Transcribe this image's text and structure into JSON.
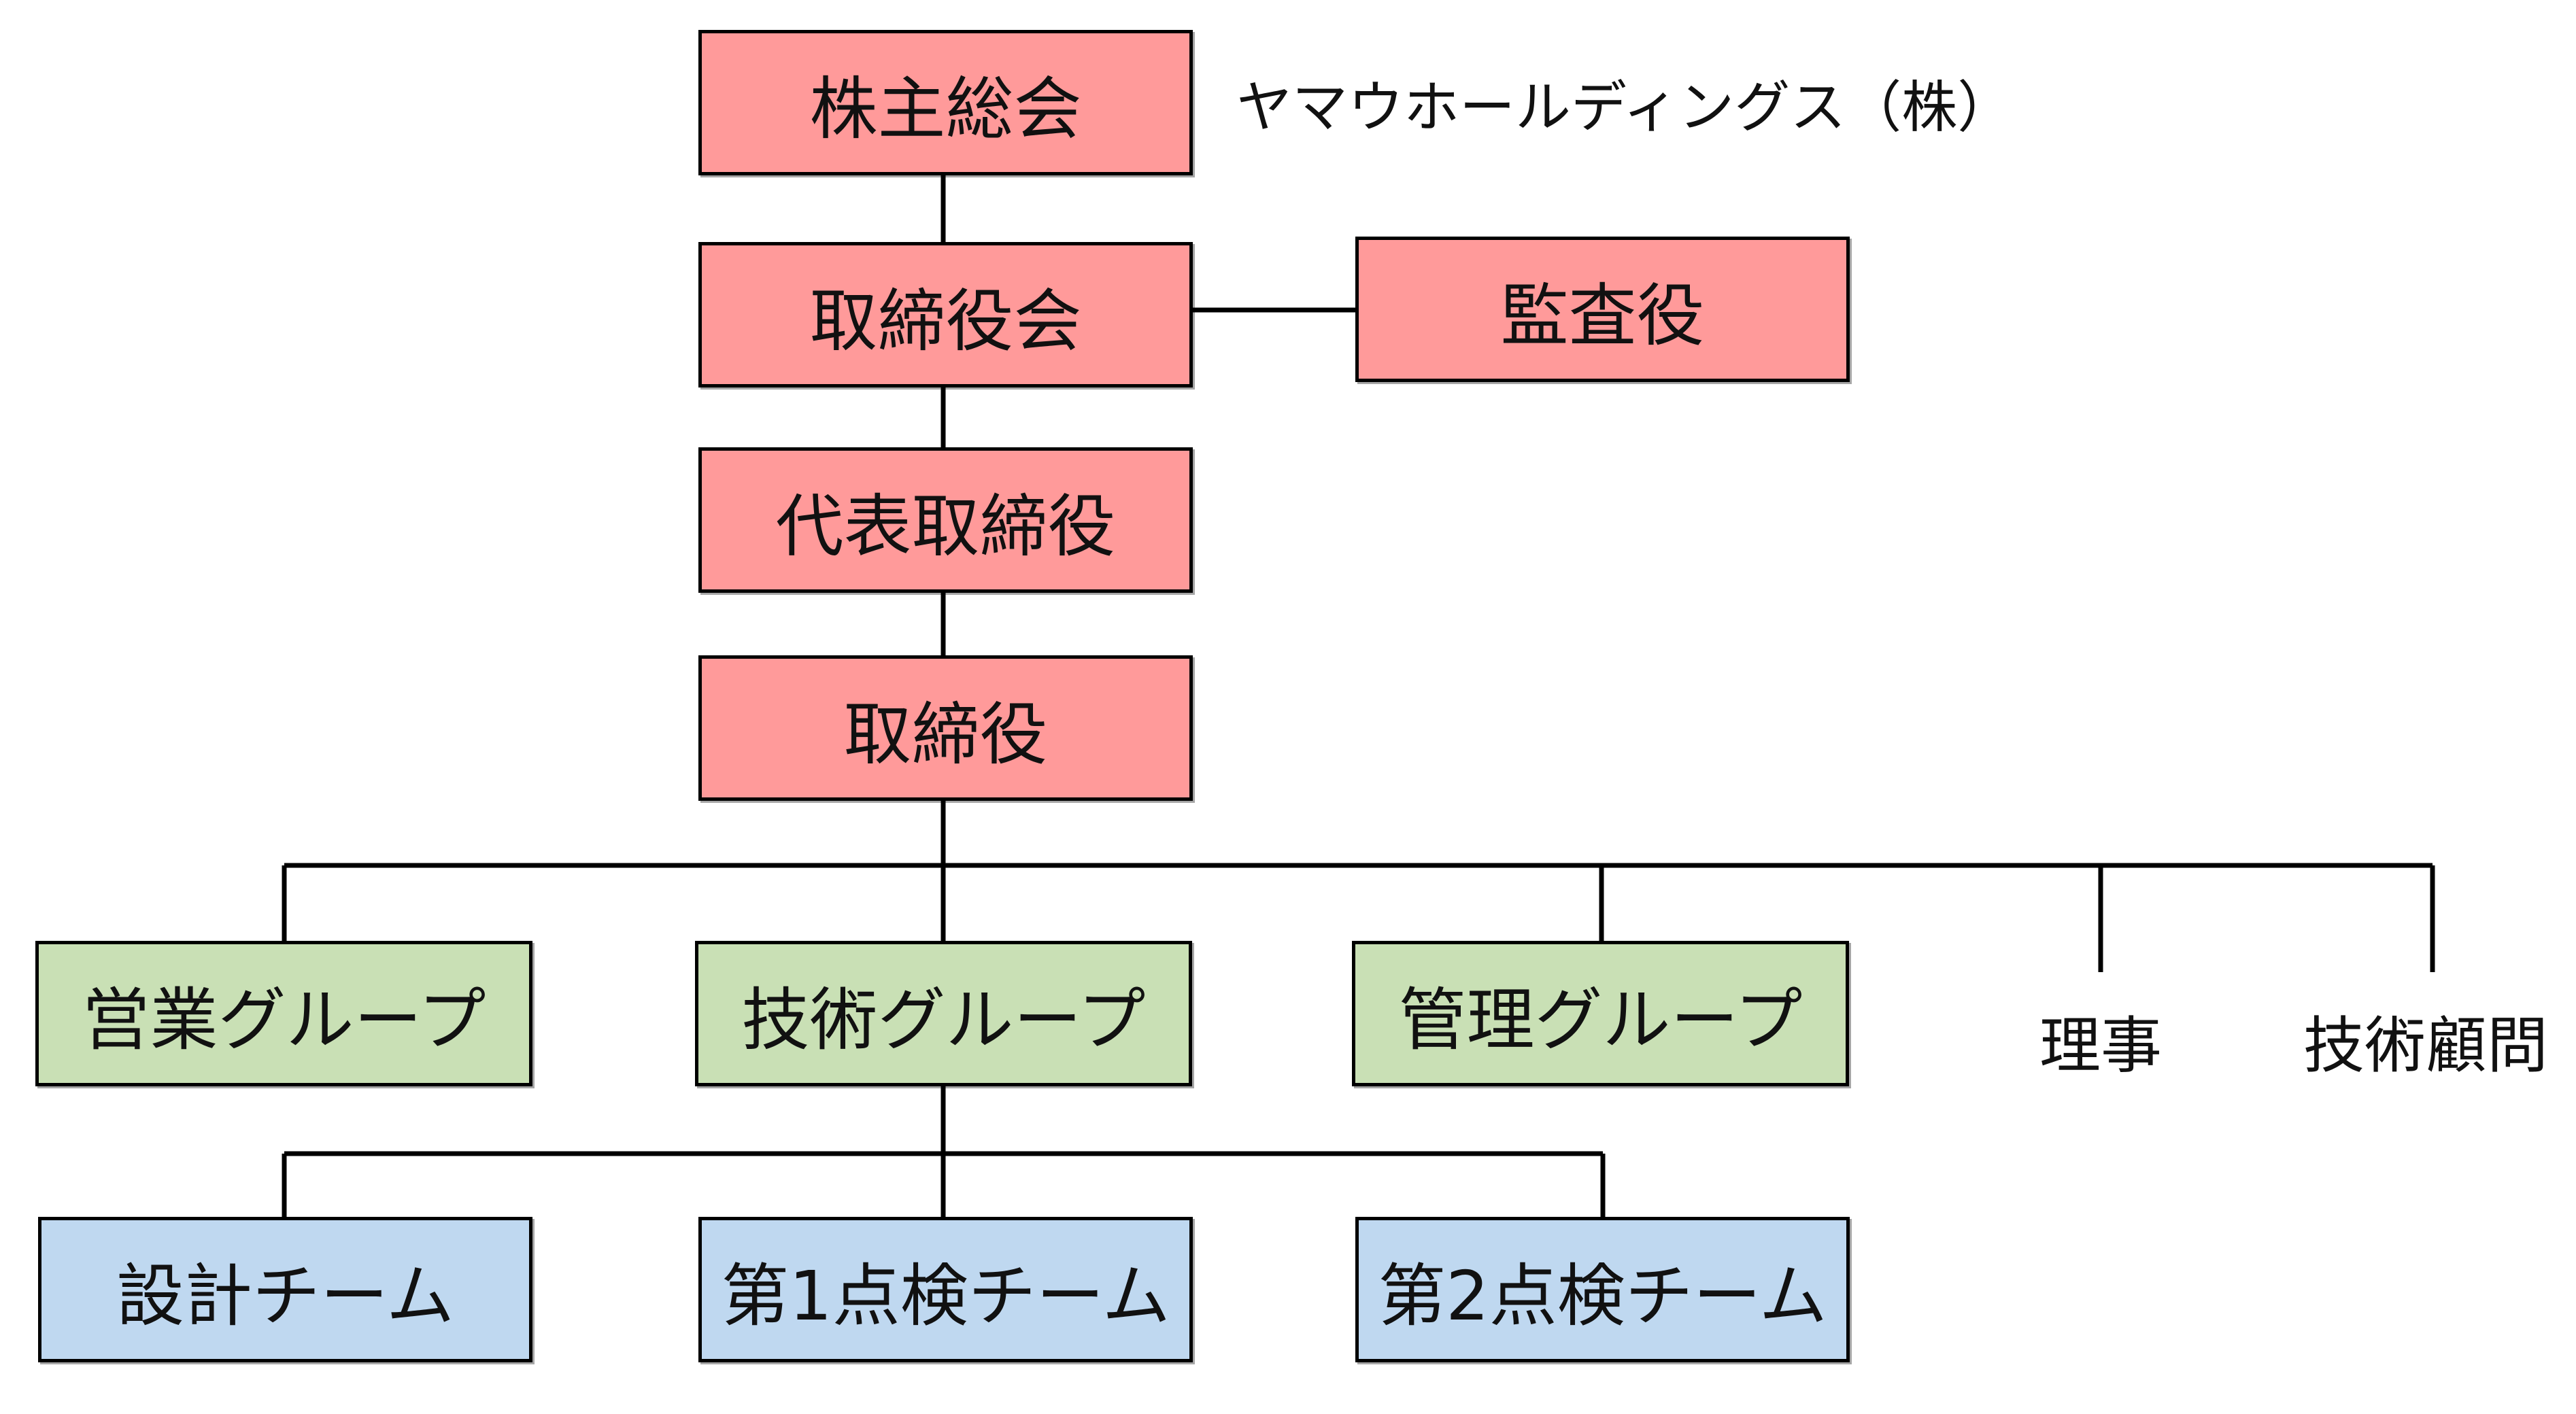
{
  "company_name": "ヤマウホールディングス（株）",
  "colors": {
    "governance": "#ff9a9a",
    "group": "#c9e0b5",
    "team": "#bfd8f0",
    "line": "#000000"
  },
  "nodes": {
    "shareholders_meeting": "株主総会",
    "board_of_directors": "取締役会",
    "auditor": "監査役",
    "representative_director": "代表取締役",
    "directors": "取締役",
    "sales_group": "営業グループ",
    "technical_group": "技術グループ",
    "management_group": "管理グループ",
    "trustee": "理事",
    "technical_advisor": "技術顧問",
    "design_team": "設計チーム",
    "inspection_team_1": "第1点検チーム",
    "inspection_team_2": "第2点検チーム"
  }
}
